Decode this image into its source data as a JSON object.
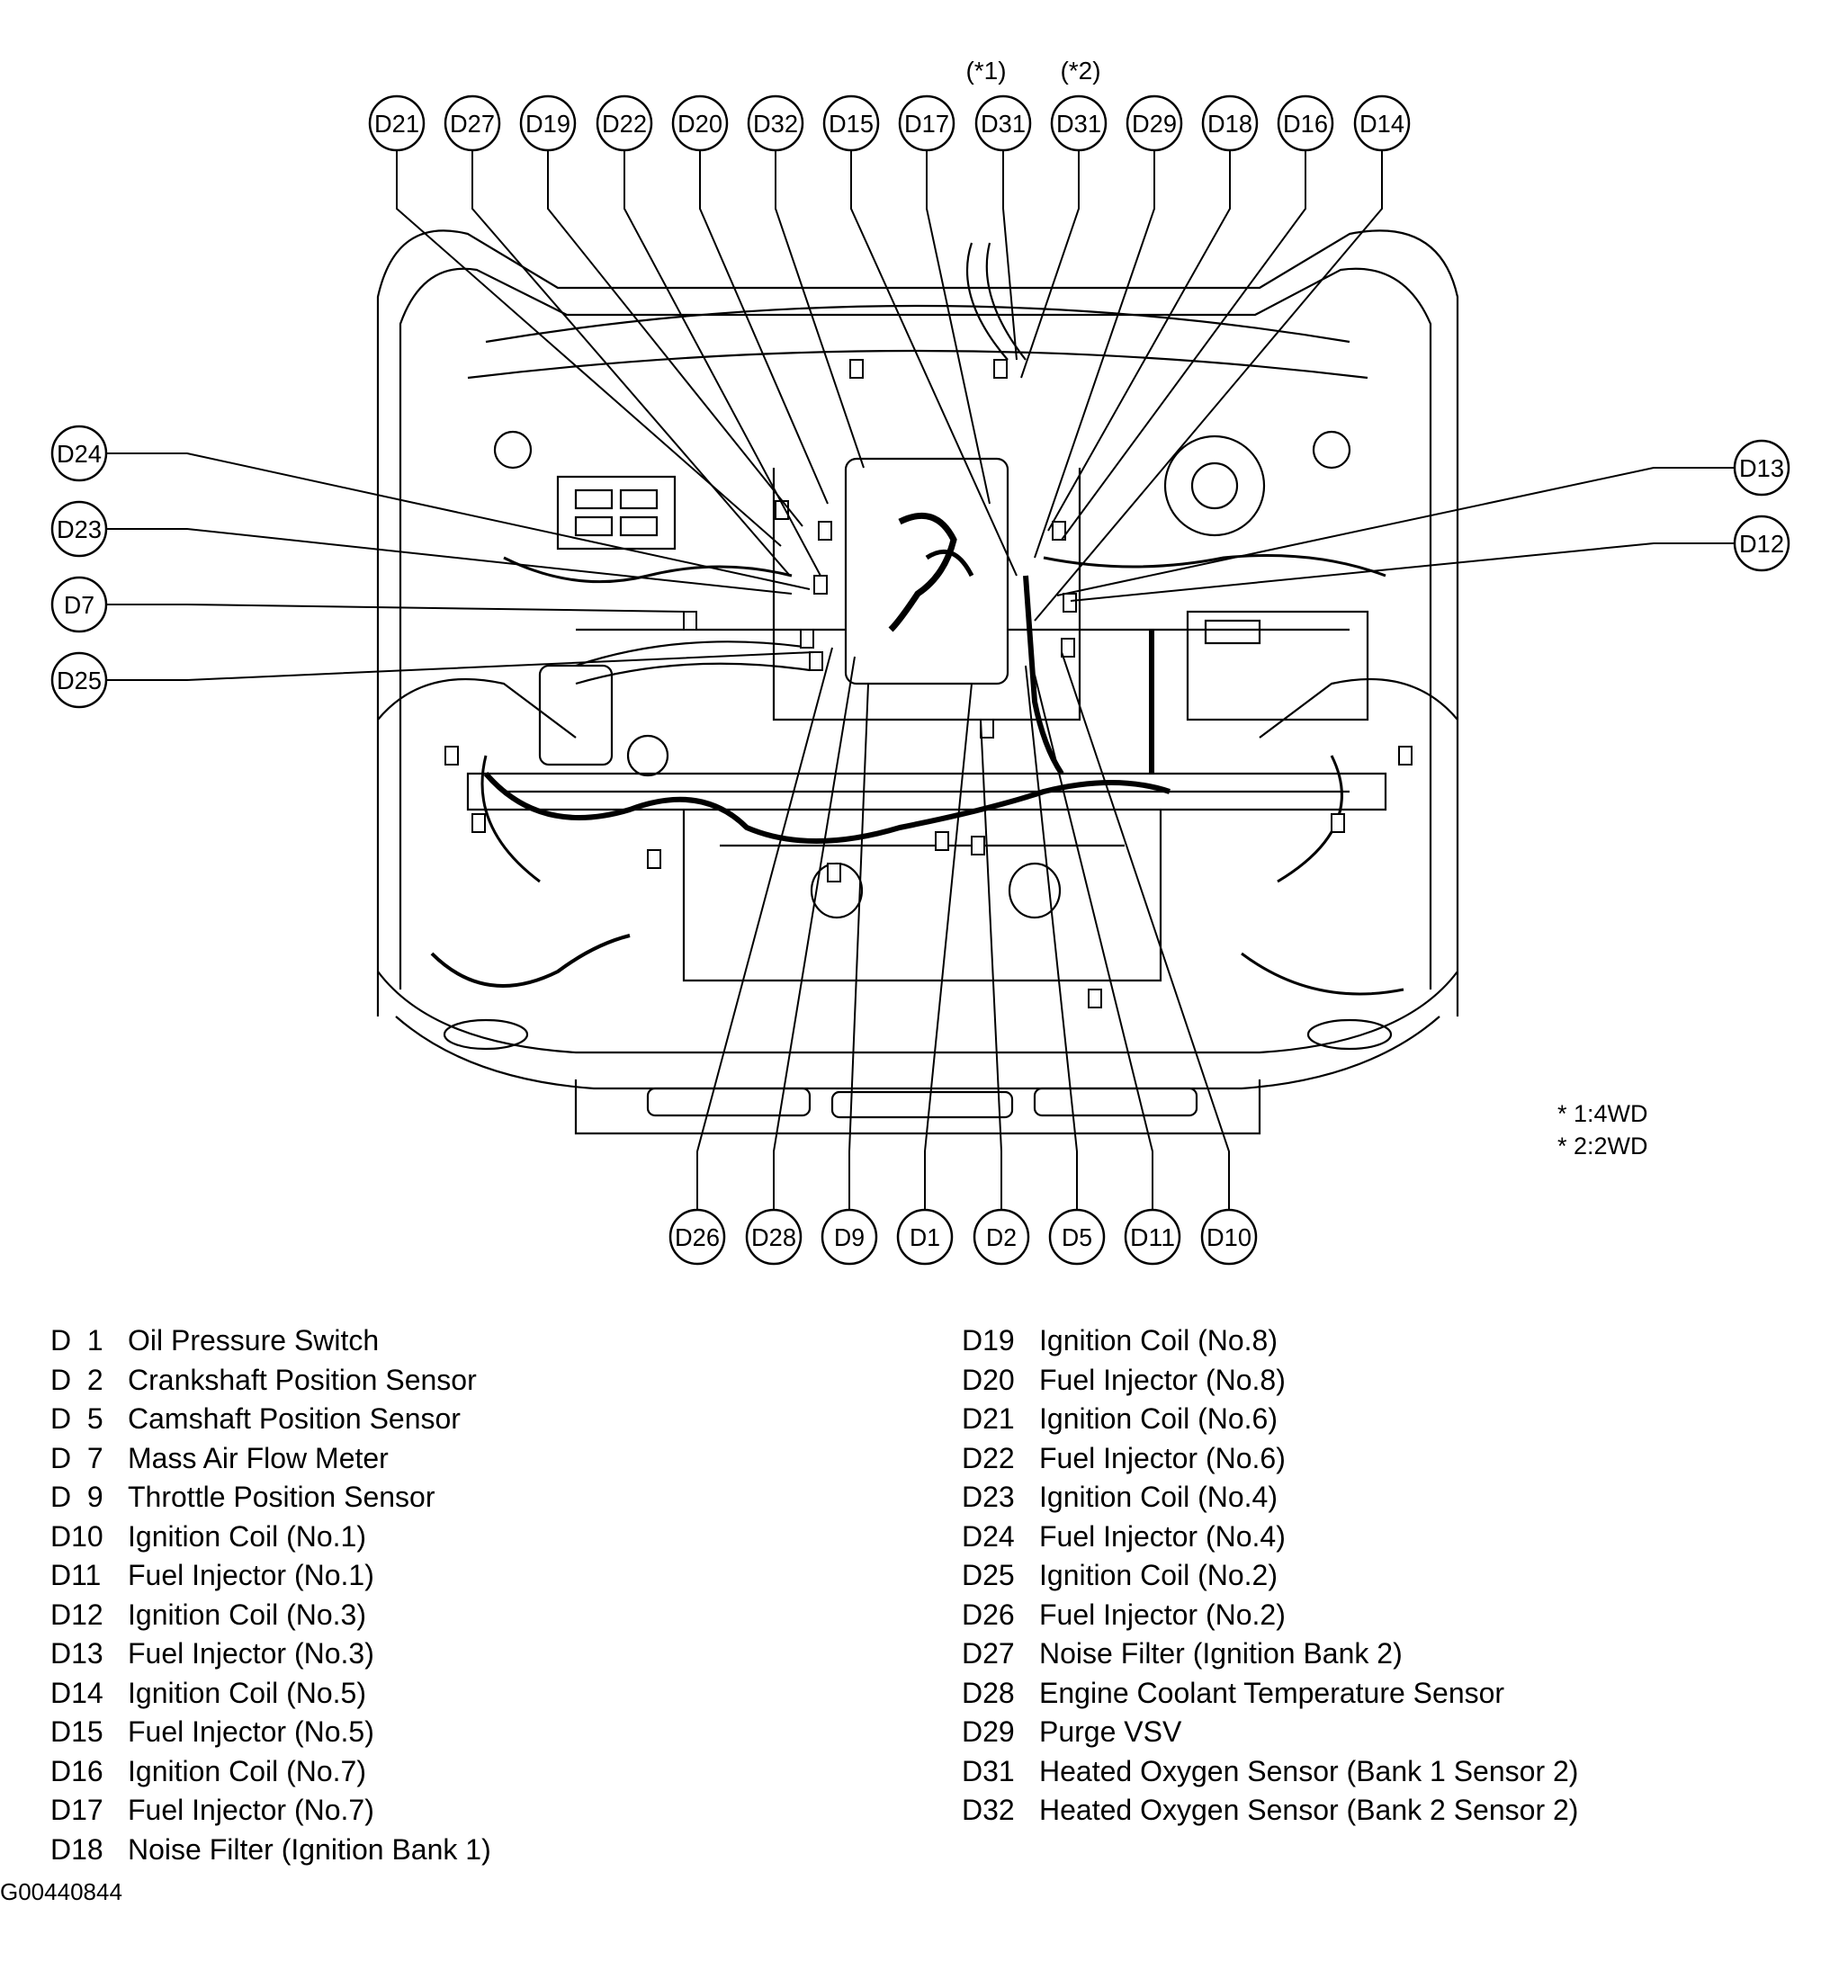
{
  "callouts": {
    "top": [
      "D21",
      "D27",
      "D19",
      "D22",
      "D20",
      "D32",
      "D15",
      "D17",
      "D31",
      "D31",
      "D29",
      "D18",
      "D16",
      "D14"
    ],
    "top_notes": [
      "(*1)",
      "(*2)"
    ],
    "left": [
      "D24",
      "D23",
      "D7",
      "D25"
    ],
    "right": [
      "D13",
      "D12"
    ],
    "bottom": [
      "D26",
      "D28",
      "D9",
      "D1",
      "D2",
      "D5",
      "D11",
      "D10"
    ]
  },
  "notes": [
    "* 1:4WD",
    "* 2:2WD"
  ],
  "legend": {
    "left": [
      {
        "code": "D  1",
        "label": "Oil Pressure Switch"
      },
      {
        "code": "D  2",
        "label": "Crankshaft Position Sensor"
      },
      {
        "code": "D  5",
        "label": "Camshaft Position Sensor"
      },
      {
        "code": "D  7",
        "label": "Mass Air Flow Meter"
      },
      {
        "code": "D  9",
        "label": "Throttle Position Sensor"
      },
      {
        "code": "D10",
        "label": "Ignition Coil (No.1)"
      },
      {
        "code": "D11",
        "label": "Fuel Injector (No.1)"
      },
      {
        "code": "D12",
        "label": "Ignition Coil (No.3)"
      },
      {
        "code": "D13",
        "label": "Fuel Injector (No.3)"
      },
      {
        "code": "D14",
        "label": "Ignition Coil (No.5)"
      },
      {
        "code": "D15",
        "label": "Fuel Injector (No.5)"
      },
      {
        "code": "D16",
        "label": "Ignition Coil (No.7)"
      },
      {
        "code": "D17",
        "label": "Fuel Injector (No.7)"
      },
      {
        "code": "D18",
        "label": "Noise Filter (Ignition Bank 1)"
      }
    ],
    "right": [
      {
        "code": "D19",
        "label": "Ignition Coil (No.8)"
      },
      {
        "code": "D20",
        "label": "Fuel Injector (No.8)"
      },
      {
        "code": "D21",
        "label": "Ignition Coil (No.6)"
      },
      {
        "code": "D22",
        "label": "Fuel Injector (No.6)"
      },
      {
        "code": "D23",
        "label": "Ignition Coil (No.4)"
      },
      {
        "code": "D24",
        "label": "Fuel Injector (No.4)"
      },
      {
        "code": "D25",
        "label": "Ignition Coil (No.2)"
      },
      {
        "code": "D26",
        "label": "Fuel Injector (No.2)"
      },
      {
        "code": "D27",
        "label": "Noise Filter (Ignition Bank 2)"
      },
      {
        "code": "D28",
        "label": "Engine Coolant Temperature Sensor"
      },
      {
        "code": "D29",
        "label": "Purge VSV"
      },
      {
        "code": "D31",
        "label": "Heated Oxygen Sensor (Bank 1 Sensor 2)"
      },
      {
        "code": "D32",
        "label": "Heated Oxygen Sensor (Bank 2 Sensor 2)"
      }
    ]
  },
  "figure_id": "G00440844"
}
